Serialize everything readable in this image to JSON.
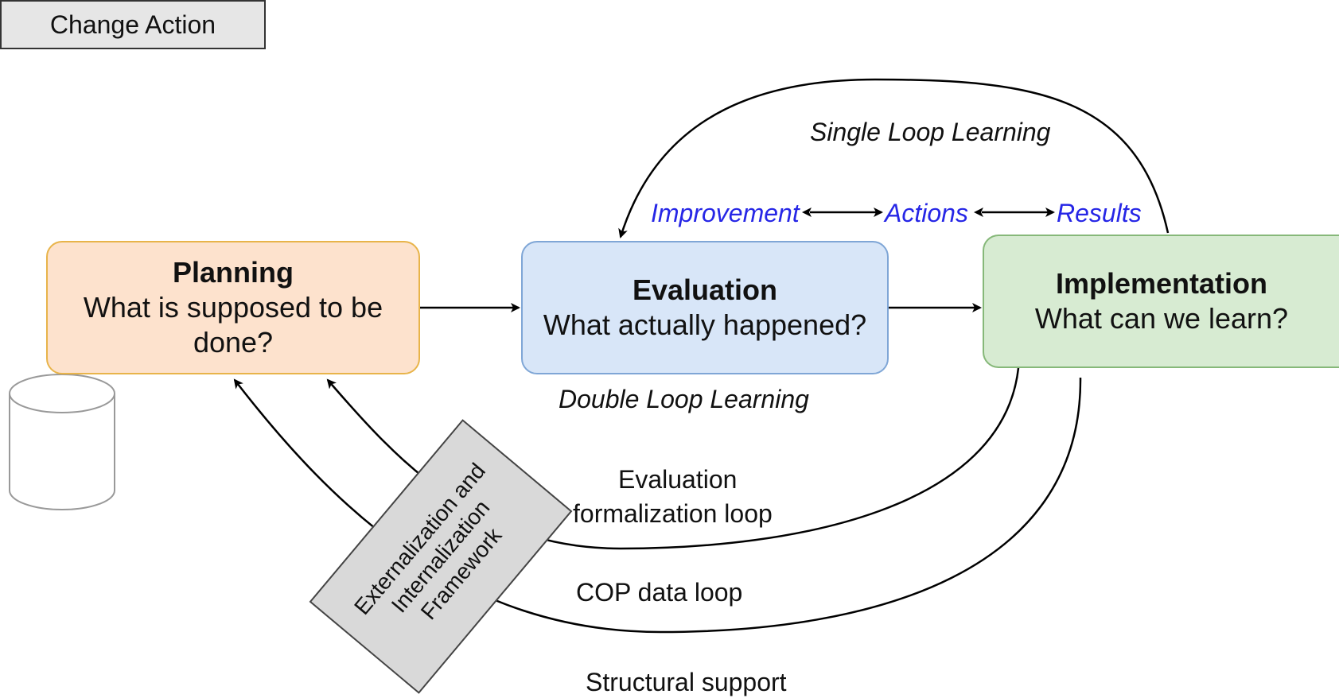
{
  "top_box": {
    "label": "Change  Action"
  },
  "planning": {
    "title": "Planning",
    "subtitle_line1": "What is supposed to be",
    "subtitle_line2": "done?"
  },
  "evaluation": {
    "title": "Evaluation",
    "subtitle": "What actually happened?"
  },
  "implementation": {
    "title": "Implementation",
    "subtitle": "What can we learn?"
  },
  "labels": {
    "single_loop": "Single Loop Learning",
    "double_loop": "Double Loop Learning",
    "improvement": "Improvement",
    "actions": "Actions",
    "results": "Results",
    "eval_loop_line1": "Evaluation",
    "eval_loop_line2": "formalization loop",
    "cop_loop": "COP data loop",
    "structural": "Structural support"
  },
  "framework": {
    "line1": "Externalization and",
    "line2": "Internalization",
    "line3": "Framework"
  },
  "colors": {
    "planning_fill": "#fde2cd",
    "planning_border": "#e8b44a",
    "evaluation_fill": "#d8e6f8",
    "evaluation_border": "#7fa6d6",
    "implementation_fill": "#d7ebd2",
    "implementation_border": "#86b879",
    "blue_label": "#2626e6",
    "framework_fill": "#d9d9d9"
  }
}
